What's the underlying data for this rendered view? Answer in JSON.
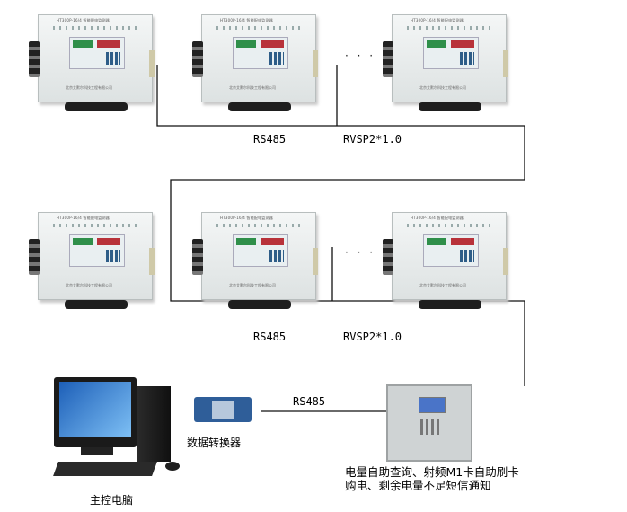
{
  "labels": {
    "rs485_top": "RS485",
    "rvsp_top": "RVSP2*1.0",
    "rs485_mid": "RS485",
    "rvsp_mid": "RVSP2*1.0",
    "rs485_bottom": "RS485",
    "ellipsis": "· · ·",
    "converter": "数据转换器",
    "host_pc": "主控电脑",
    "terminal_desc": "电量自助查询、射频M1卡自助刷卡购电、剩余电量不足短信通知"
  },
  "colors": {
    "wire": "#111111",
    "meter_green": "#2f8f4a",
    "meter_red": "#b8323a"
  }
}
